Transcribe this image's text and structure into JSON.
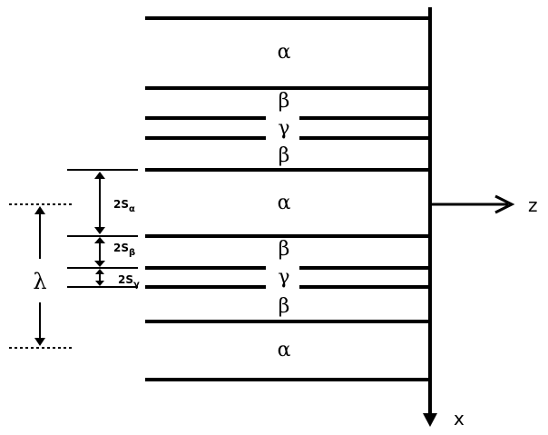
{
  "layers": {
    "alpha_top": "α",
    "beta_1": "β",
    "gamma_1": "γ",
    "beta_2": "β",
    "alpha_mid": "α",
    "beta_3": "β",
    "gamma_2": "γ",
    "beta_4": "β",
    "alpha_bottom": "α"
  },
  "dimensions": {
    "s_alpha": {
      "prefix": "2S",
      "sub": "α"
    },
    "s_beta": {
      "prefix": "2S",
      "sub": "β"
    },
    "s_gamma": {
      "prefix": "2S",
      "sub": "γ"
    },
    "wavelength": "λ"
  },
  "axes": {
    "z": "z",
    "x": "x"
  }
}
